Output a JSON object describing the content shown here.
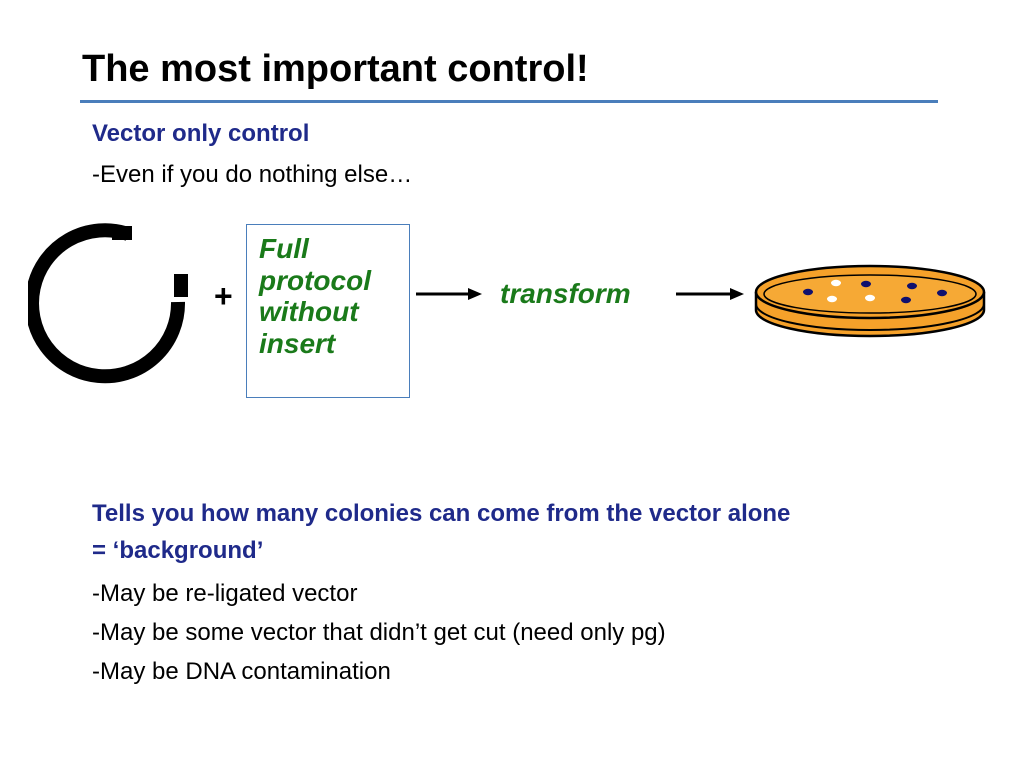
{
  "title": "The most important control!",
  "subheading": "Vector only control",
  "subline": "-Even if you do nothing else…",
  "diagram": {
    "plus": "+",
    "protocol_lines": [
      "Full",
      "protocol",
      "without",
      "insert"
    ],
    "transform_label": "transform",
    "icons": [
      "plasmid-ring-icon",
      "arrow-right-icon",
      "petri-dish-icon"
    ],
    "colors": {
      "green_text": "#1a7a1a",
      "blue_text": "#1f2a8a",
      "agar_orange": "#f5a12a",
      "box_border": "#4a7ebb"
    }
  },
  "body": {
    "heading_line1": "Tells you how many colonies can come from the vector alone",
    "heading_line2": "= ‘background’",
    "bullets": [
      "-May be re-ligated vector",
      "-May be some vector that didn’t get cut (need only pg)",
      "-May be DNA contamination"
    ]
  }
}
